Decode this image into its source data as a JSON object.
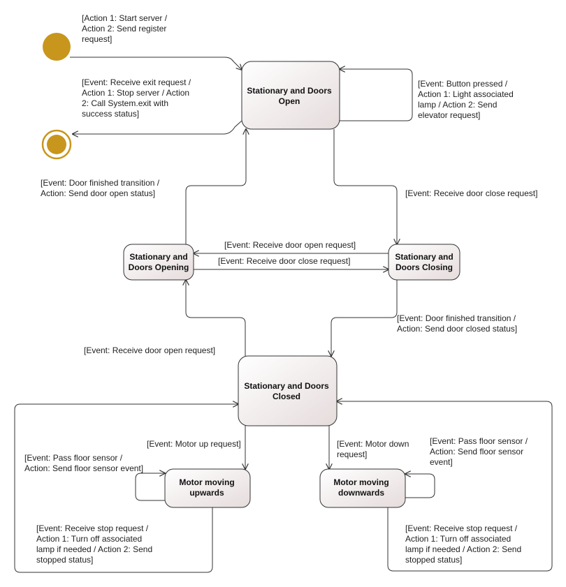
{
  "colors": {
    "state_fill_top": "#ffffff",
    "state_fill_bottom": "#e6dcdc",
    "node_gold": "#c8961c",
    "line": "#333333"
  },
  "states": {
    "open": [
      "Stationary and Doors",
      "Open"
    ],
    "opening": [
      "Stationary and",
      "Doors Opening"
    ],
    "closing": [
      "Stationary and",
      "Doors Closing"
    ],
    "closed": [
      "Stationary and Doors",
      "Closed"
    ],
    "up": [
      "Motor moving",
      "upwards"
    ],
    "down": [
      "Motor moving",
      "downwards"
    ]
  },
  "labels": {
    "start": [
      "[Action 1: Start server /",
      "Action 2: Send register",
      "request]"
    ],
    "exit": [
      "[Event: Receive exit request /",
      "Action 1: Stop server / Action",
      "2: Call System.exit with",
      "success status]"
    ],
    "button": [
      "[Event: Button pressed /",
      "Action 1: Light associated",
      "lamp / Action 2: Send",
      "elevator request]"
    ],
    "door_finished_open": [
      "[Event: Door finished transition /",
      "Action: Send door open status]"
    ],
    "door_close_req_top": [
      "[Event: Receive door close request]"
    ],
    "door_open_req_mid": [
      "[Event: Receive door open request]"
    ],
    "door_close_req_mid": [
      "[Event: Receive door close request]"
    ],
    "door_finished_closed": [
      "[Event: Door finished transition /",
      "Action: Send door closed status]"
    ],
    "door_open_req_low": [
      "[Event: Receive door open request]"
    ],
    "motor_up": [
      "[Event: Motor up request]"
    ],
    "motor_down": [
      "[Event: Motor down",
      "request]"
    ],
    "floor_left": [
      "[Event: Pass floor sensor /",
      "Action: Send floor sensor event]"
    ],
    "floor_right": [
      "[Event: Pass floor sensor /",
      "Action: Send floor sensor",
      "event]"
    ],
    "stop_left": [
      "[Event: Receive stop request /",
      "Action 1: Turn off associated",
      "lamp if needed / Action 2: Send",
      "stopped status]"
    ],
    "stop_right": [
      "[Event: Receive stop request /",
      "Action 1: Turn off associated",
      "lamp if needed / Action 2: Send",
      "stopped status]"
    ]
  }
}
